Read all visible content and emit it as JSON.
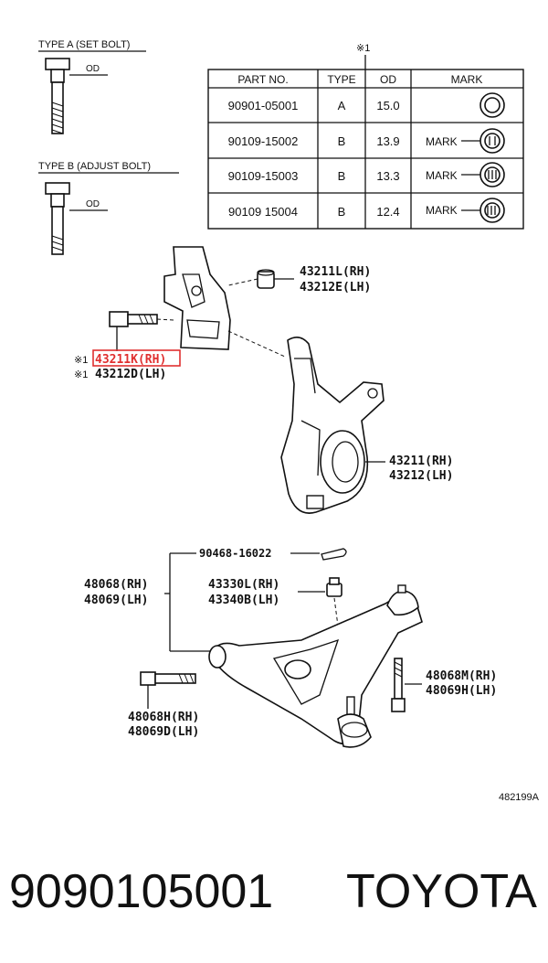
{
  "type_a": {
    "label": "TYPE A (SET BOLT)",
    "od": "OD"
  },
  "type_b": {
    "label": "TYPE B (ADJUST BOLT)",
    "od": "OD"
  },
  "table": {
    "note_mark": "※1",
    "headers": [
      "PART NO.",
      "TYPE",
      "OD",
      "MARK"
    ],
    "rows": [
      {
        "part_no": "90901-05001",
        "type": "A",
        "od": "15.0",
        "mark": ""
      },
      {
        "part_no": "90109-15002",
        "type": "B",
        "od": "13.9",
        "mark": "MARK"
      },
      {
        "part_no": "90109-15003",
        "type": "B",
        "od": "13.3",
        "mark": "MARK"
      },
      {
        "part_no": "90109 15004",
        "type": "B",
        "od": "12.4",
        "mark": "MARK"
      }
    ]
  },
  "labels": {
    "nut_top_1": "43211L(RH)",
    "nut_top_2": "43212E(LH)",
    "bolt_note_1": "※1",
    "bolt_note_2": "※1",
    "bolt_1": "43211K(RH)",
    "bolt_2": "43212D(LH)",
    "knuckle_1": "43211(RH)",
    "knuckle_2": "43212(LH)",
    "pin": "90468-16022",
    "arm_1": "48068(RH)",
    "arm_2": "48069(LH)",
    "nut_mid_1": "43330L(RH)",
    "nut_mid_2": "43340B(LH)",
    "bolt_right_1": "48068M(RH)",
    "bolt_right_2": "48069H(LH)",
    "bolt_left_1": "48068H(RH)",
    "bolt_left_2": "48069D(LH)",
    "figure_code": "482199A"
  },
  "footer": {
    "part_number": "9090105001",
    "brand": "TOYOTA"
  },
  "highlight_color": "#e03030"
}
